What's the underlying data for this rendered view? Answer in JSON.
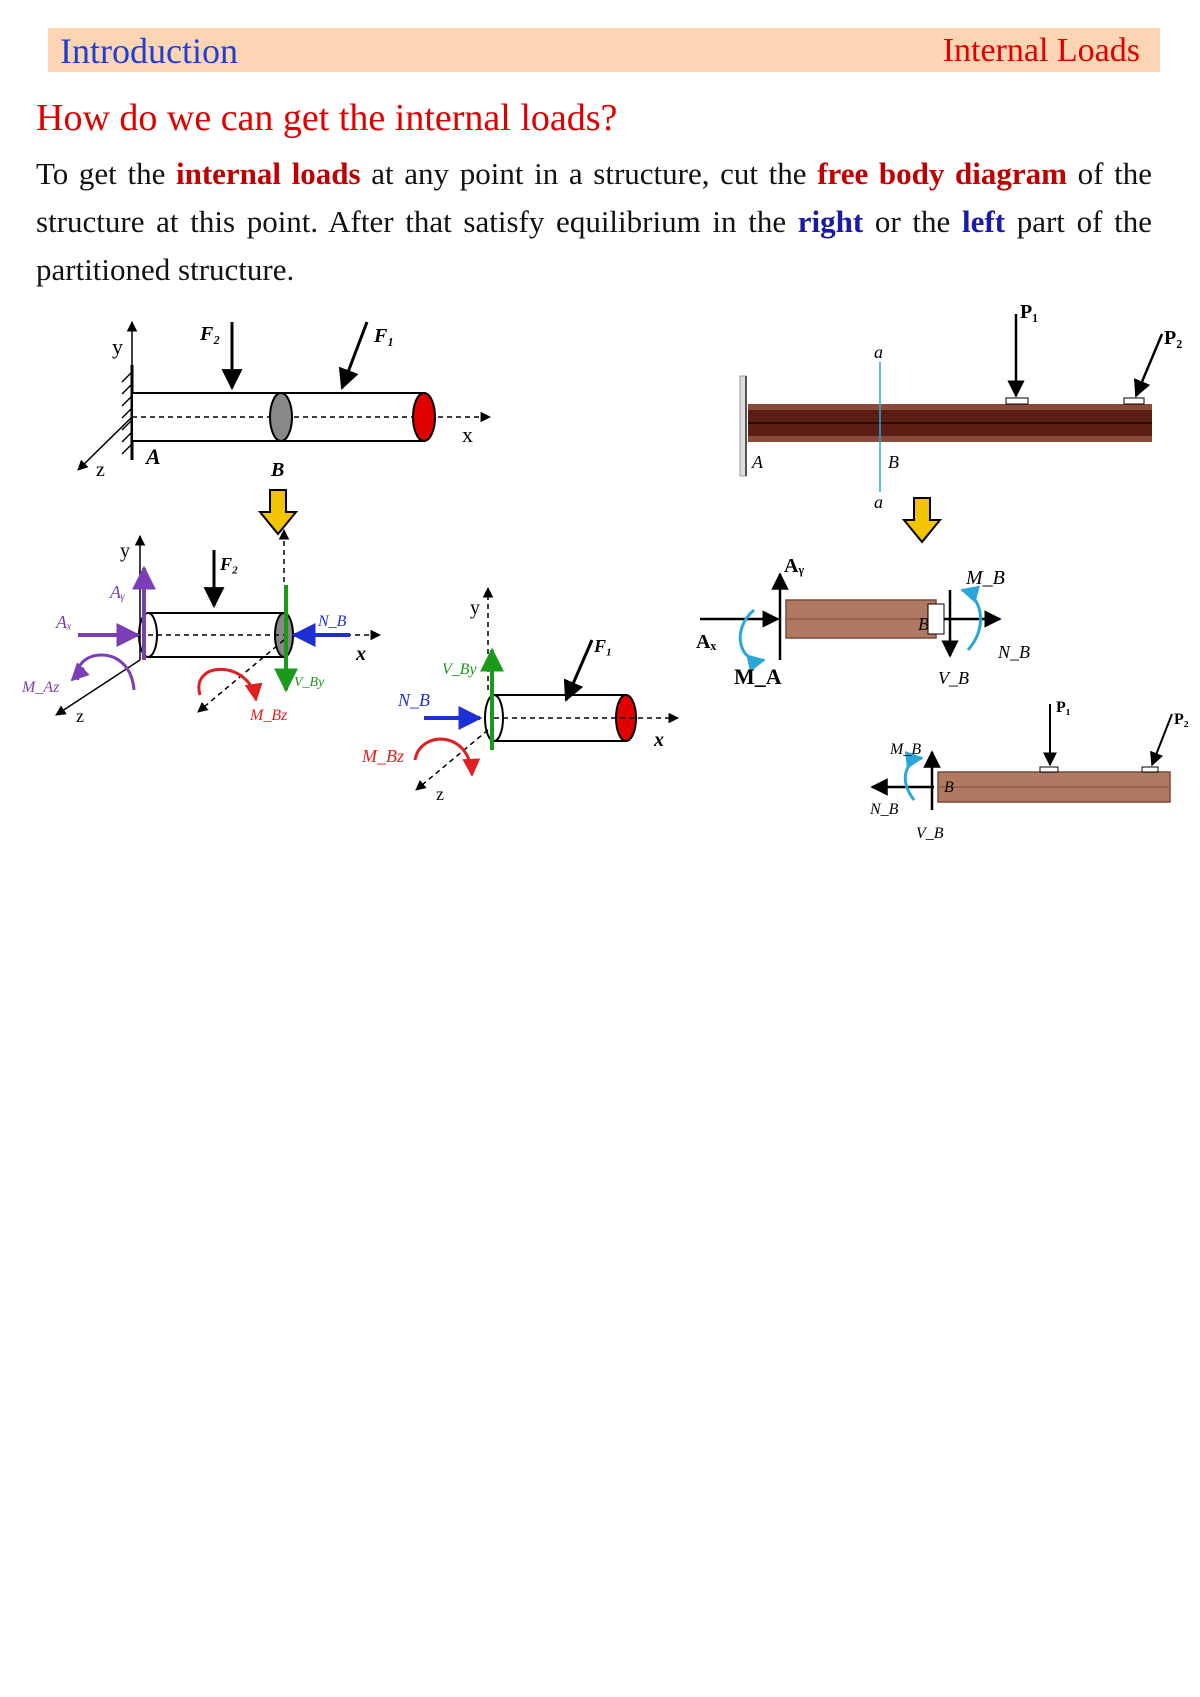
{
  "header": {
    "left": "Introduction",
    "right": "Internal Loads"
  },
  "question": "How do we can get the internal loads?",
  "paragraph": {
    "p1": "To get the ",
    "k1": "internal loads",
    "p2": " at any point in a structure, cut the ",
    "k2": "free body diagram",
    "p3": " of the structure at this point. After that satisfy equilibrium in the ",
    "k3": "right",
    "p4": " or the ",
    "k4": "left",
    "p5": " part of the partitioned structure."
  },
  "fig_left": {
    "y": "y",
    "x": "x",
    "z": "z",
    "A": "A",
    "B": "B",
    "F1": "F₁",
    "F2": "F₂",
    "Ay": "Aᵧ",
    "Ax": "Aₓ",
    "MAz": "M_Az",
    "NB": "N_B",
    "VBy": "V_By",
    "MBz": "M_Bz"
  },
  "fig_right": {
    "P1": "P₁",
    "P2": "P₂",
    "a": "a",
    "A": "A",
    "B": "B",
    "Ay": "Aᵧ",
    "Ax": "Aₓ",
    "MA": "M_A",
    "MB": "M_B",
    "NB": "N_B",
    "VB": "V_B"
  },
  "colors": {
    "header_bg": "#fcd5b4",
    "title_blue": "#1f3fd6",
    "title_red": "#e00000",
    "beam_brown": "#5a1e14",
    "beam_tan": "#b07a62",
    "arrow_yellow": "#f5c400"
  }
}
